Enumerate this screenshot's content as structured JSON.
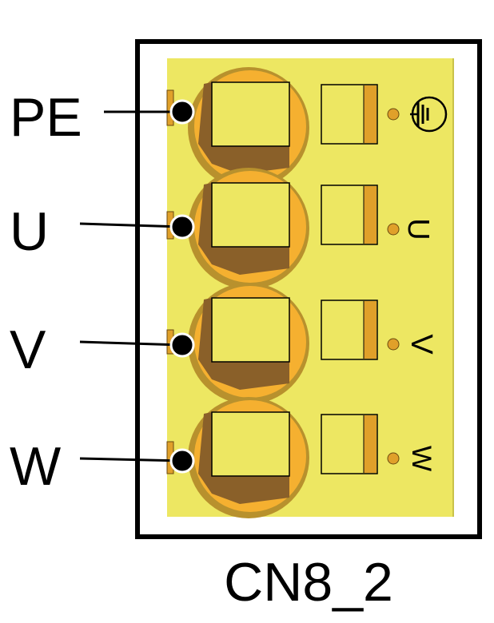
{
  "connector": {
    "name": "CN8_2",
    "terminals": [
      {
        "label": "PE",
        "marking": "earth-ground-icon"
      },
      {
        "label": "U",
        "marking": "U"
      },
      {
        "label": "V",
        "marking": "V"
      },
      {
        "label": "W",
        "marking": "W"
      }
    ]
  },
  "colors": {
    "board": "#ede762",
    "screw_outer": "#b8912d",
    "screw_ring": "#f5b030",
    "screw_shadow": "#8a6029",
    "screw_face": "#ede762",
    "clamp_dark": "#e0a02a",
    "frame": "#000000"
  }
}
